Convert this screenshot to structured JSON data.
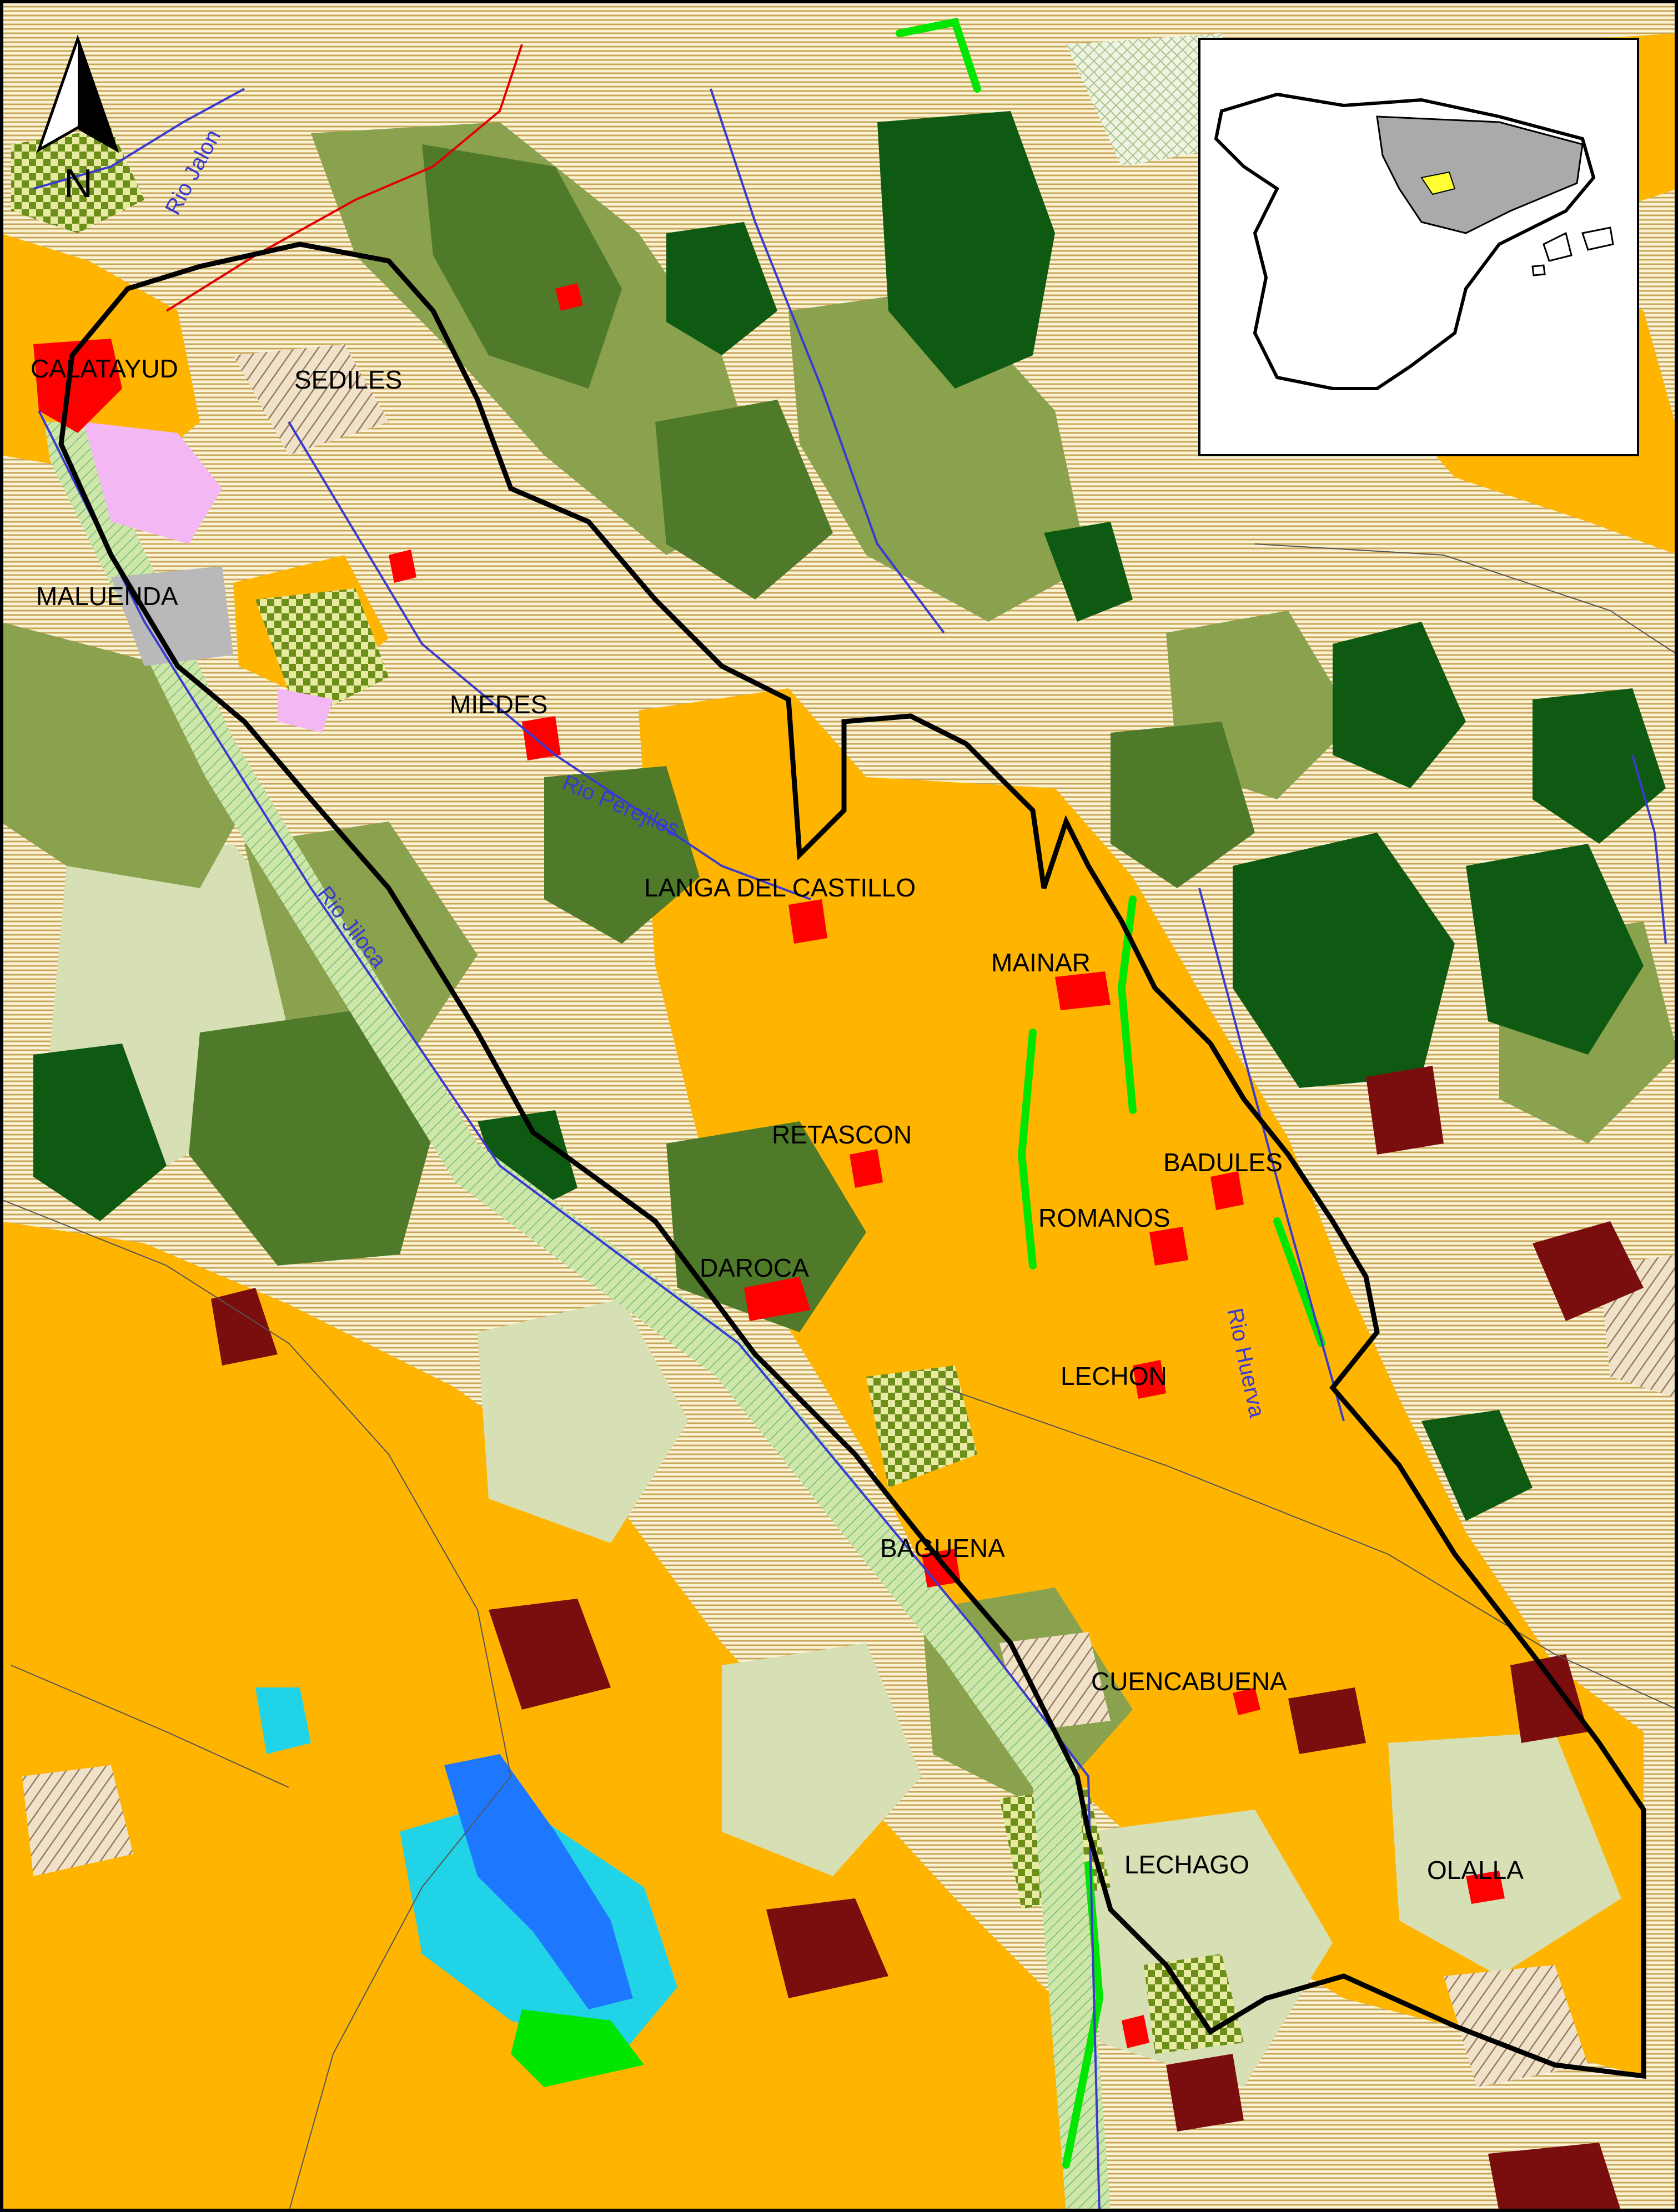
{
  "north_arrow": {
    "label": "N"
  },
  "towns": {
    "calatayud": "CALATAYUD",
    "sediles": "SEDILES",
    "maluenda": "MALUENDA",
    "miedes": "MIEDES",
    "langa": "LANGA DEL CASTILLO",
    "mainar": "MAINAR",
    "retascon": "RETASCON",
    "badules": "BADULES",
    "romanos": "ROMANOS",
    "daroca": "DAROCA",
    "lechon": "LECHON",
    "baguena": "BAGUENA",
    "cuencabuena": "CUENCABUENA",
    "lechago": "LECHAGO",
    "olalla": "OLALLA"
  },
  "rivers": {
    "jalon_north": "Rio Jalon",
    "perejiles": "Rio Perejiles",
    "jiloca": "Rio Jiloca",
    "huerva": "Rio Huerva"
  },
  "colors": {
    "dry_crop": "#ffb400",
    "forest_dark": "#0f5a12",
    "forest_mid": "#4f7a2a",
    "shrub": "#8aa24e",
    "pasture_light": "#d7dfb4",
    "cream": "#fbf3d6",
    "urban": "#ff0000",
    "wine": "#7a0d0d",
    "bright_green": "#00e600",
    "water_blue": "#1e78ff",
    "water_cyan": "#21d3e6",
    "pink": "#f3b8f3",
    "border_black": "#000000"
  }
}
